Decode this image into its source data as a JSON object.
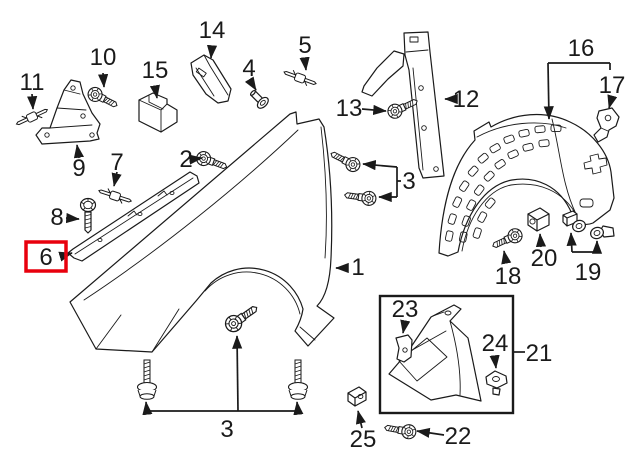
{
  "diagram": {
    "kind": "exploded-parts-diagram",
    "subject": "front fender, rail, pillar bracket and wheelhouse liner with fasteners",
    "background": "#ffffff",
    "line_color": "#1a1a1a",
    "highlight": {
      "callout": "6",
      "color": "#e8000d"
    },
    "callouts": [
      {
        "label": "11",
        "part": "expansion-rivet"
      },
      {
        "label": "10",
        "part": "washer-head-screw"
      },
      {
        "label": "15",
        "part": "foam-block"
      },
      {
        "label": "14",
        "part": "corner-bracket"
      },
      {
        "label": "4",
        "part": "rivet"
      },
      {
        "label": "5",
        "part": "expansion-rivet"
      },
      {
        "label": "9",
        "part": "mount-bracket"
      },
      {
        "label": "7",
        "part": "expansion-rivet"
      },
      {
        "label": "2",
        "part": "washer-head-screw"
      },
      {
        "label": "8",
        "part": "screw"
      },
      {
        "label": "6",
        "part": "fender-filler-rail"
      },
      {
        "label": "13",
        "part": "washer-head-screw"
      },
      {
        "label": "12",
        "part": "pillar-bracket"
      },
      {
        "label": "3",
        "part": "screw-pair"
      },
      {
        "label": "16",
        "part": "wheelhouse-liner"
      },
      {
        "label": "17",
        "part": "small-bracket"
      },
      {
        "label": "1",
        "part": "fender-panel"
      },
      {
        "label": "18",
        "part": "bolt"
      },
      {
        "label": "20",
        "part": "clip-nut"
      },
      {
        "label": "19",
        "part": "clip-pair"
      },
      {
        "label": "21",
        "part": "liner-extension-group"
      },
      {
        "label": "23",
        "part": "clip"
      },
      {
        "label": "24",
        "part": "grommet"
      },
      {
        "label": "25",
        "part": "clip-nut"
      },
      {
        "label": "22",
        "part": "screw"
      },
      {
        "label": "3",
        "part": "bolt-set"
      }
    ]
  }
}
